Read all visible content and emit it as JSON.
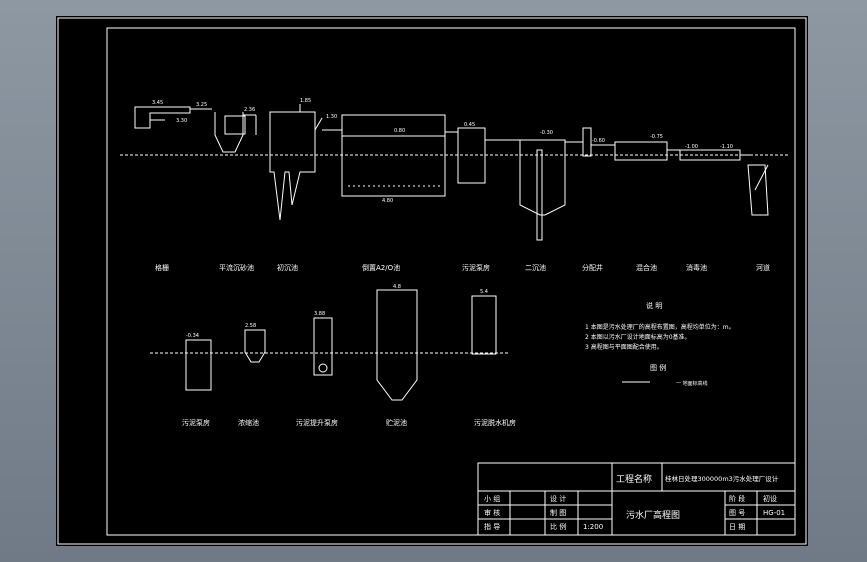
{
  "colors": {
    "paper": "#000000",
    "line": "#ffffff",
    "background": "#7d8894"
  },
  "units": {
    "u1": "格栅",
    "u2": "平流沉砂池",
    "u3": "初沉池",
    "u4": "倒置A2/O池",
    "u5": "污泥泵房",
    "u6": "二沉池",
    "u7": "分配井",
    "u8": "混合池",
    "u9": "消毒池",
    "u10": "河道"
  },
  "sludge_units": {
    "s1": "污泥泵房",
    "s2": "浓缩池",
    "s3": "污泥提升泵房",
    "s4": "贮泥池",
    "s5": "污泥脱水机房"
  },
  "notes": {
    "title": "说  明",
    "n1": "1  本图是污水处理厂的高程布置图，高程均单位为：m。",
    "n2": "2  本图以污水厂设计地面标高为0基准。",
    "n3": "3  高程图与平面图配合使用。"
  },
  "legend": {
    "title": "图  例",
    "item": "一 地面标高线"
  },
  "title_block": {
    "project_label": "工程名称",
    "project_name": "桂林日处理300000m3污水处理厂设计",
    "drawing_title": "污水厂高程图",
    "role_group": "小 组",
    "role_review": "审 核",
    "role_guide": "指 导",
    "design": "设 计",
    "draw": "制 图",
    "scale_label": "比 例",
    "scale_value": "1:200",
    "stage_label": "阶 段",
    "stage_value": "初设",
    "number_label": "图 号",
    "number_value": "HG-01",
    "date_label": "日 期"
  }
}
